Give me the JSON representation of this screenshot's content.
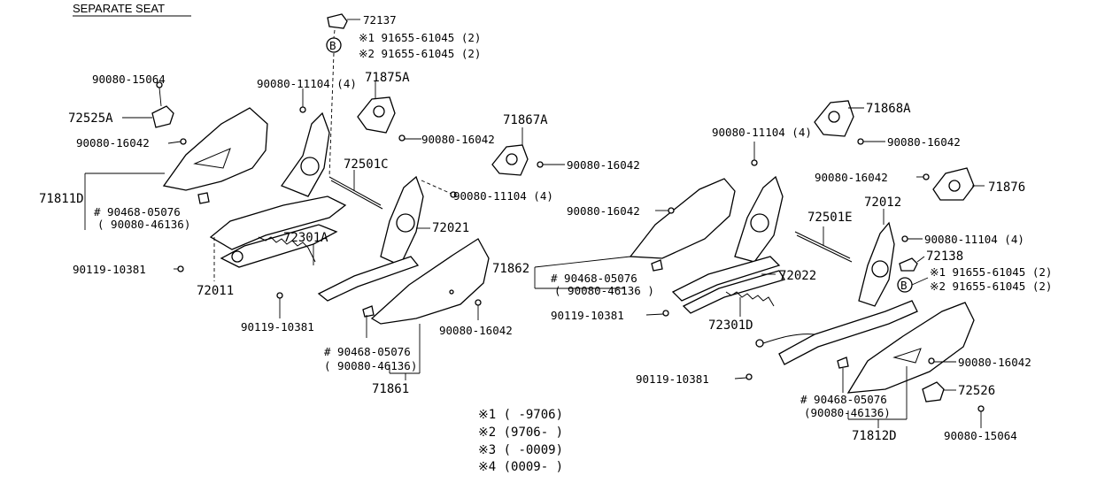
{
  "header": {
    "title": "SEPARATE SEAT"
  },
  "left": {
    "p72137": "72137",
    "b_marker": "B",
    "ref1": "※1 91655-61045 (2)",
    "ref2": "※2 91655-61045 (2)",
    "p90080_15064": "90080-15064",
    "p90080_11104": "90080-11104 (4)",
    "p71875A": "71875A",
    "p72525A": "72525A",
    "p90080_16042a": "90080-16042",
    "p90080_16042b": "90080-16042",
    "p71867A": "71867A",
    "p90080_16042c": "90080-16042",
    "p72501C": "72501C",
    "p90080_11104b": "90080-11104 (4)",
    "p71811D": "71811D",
    "p90468a": "# 90468-05076",
    "p90080_46136a": "( 90080-46136)",
    "p72021": "72021",
    "p72301A": "72301A",
    "p90119a": "90119-10381",
    "p72011": "72011",
    "p90119b": "90119-10381",
    "p90080_16042d": "90080-16042",
    "p90468b": "# 90468-05076",
    "p90080_46136b": "( 90080-46136)",
    "p71861": "71861"
  },
  "right": {
    "p71868A": "71868A",
    "p90080_11104c": "90080-11104 (4)",
    "p90080_16042e": "90080-16042",
    "p90080_16042f": "90080-16042",
    "p71876": "71876",
    "p90080_16042g": "90080-16042",
    "p72012": "72012",
    "p72501E": "72501E",
    "p90080_11104d": "90080-11104 (4)",
    "p72138": "72138",
    "ref1": "※1 91655-61045 (2)",
    "ref2": "※2 91655-61045 (2)",
    "b_marker": "B",
    "p71862": "71862",
    "p90468c": "# 90468-05076",
    "p90080_46136c": "( 90080-46136 )",
    "p72022": "72022",
    "p90119c": "90119-10381",
    "p72301D": "72301D",
    "p90119d": "90119-10381",
    "p90080_16042h": "90080-16042",
    "p72526": "72526",
    "p90468d": "# 90468-05076",
    "p90080_46136d": "(90080-46136)",
    "p90080_15064": "90080-15064",
    "p71812D": "71812D"
  },
  "legend": {
    "l1": "※1 (      -9706)",
    "l2": "※2 (9706-      )",
    "l3": "※3 (      -0009)",
    "l4": "※4 (0009-      )"
  }
}
